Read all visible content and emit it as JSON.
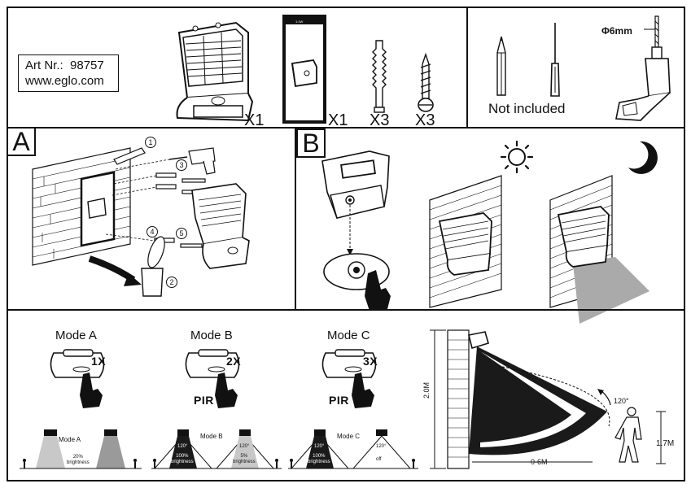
{
  "header": {
    "article_label": "Art Nr.:",
    "article_number": "98757",
    "website": "www.eglo.com"
  },
  "parts": {
    "quantities": [
      "X1",
      "X1",
      "X3",
      "X3"
    ],
    "template_tag": "1:1W"
  },
  "tools": {
    "drill_size": "Φ6mm",
    "not_included": "Not included"
  },
  "step_a": {
    "letter": "A",
    "steps": [
      "1",
      "2",
      "3",
      "4",
      "5"
    ]
  },
  "step_b": {
    "letter": "B"
  },
  "modes": [
    {
      "title": "Mode A",
      "press": "1X",
      "pir": "",
      "caption": "Mode A",
      "left_text": "",
      "right_text": "20%\nbrightness",
      "angle_left": "",
      "angle_right": ""
    },
    {
      "title": "Mode B",
      "press": "2X",
      "pir": "PIR",
      "caption": "Mode B",
      "left_text": "100%\nbrightness",
      "right_text": "5%\nbrightness",
      "angle_left": "120°",
      "angle_right": "120°"
    },
    {
      "title": "Mode C",
      "press": "3X",
      "pir": "PIR",
      "caption": "Mode C",
      "left_text": "100%\nbrightness",
      "right_text": "off",
      "angle_left": "120°",
      "angle_right": "120°"
    }
  ],
  "detection": {
    "height": "2.0M",
    "range": "0-6M",
    "angle": "120°",
    "person_height": "1.7M"
  },
  "colors": {
    "line": "#111111",
    "cone_dark": "#1a1a1a",
    "cone_grey": "#9a9a9a",
    "cone_light": "#c8c8c8"
  }
}
